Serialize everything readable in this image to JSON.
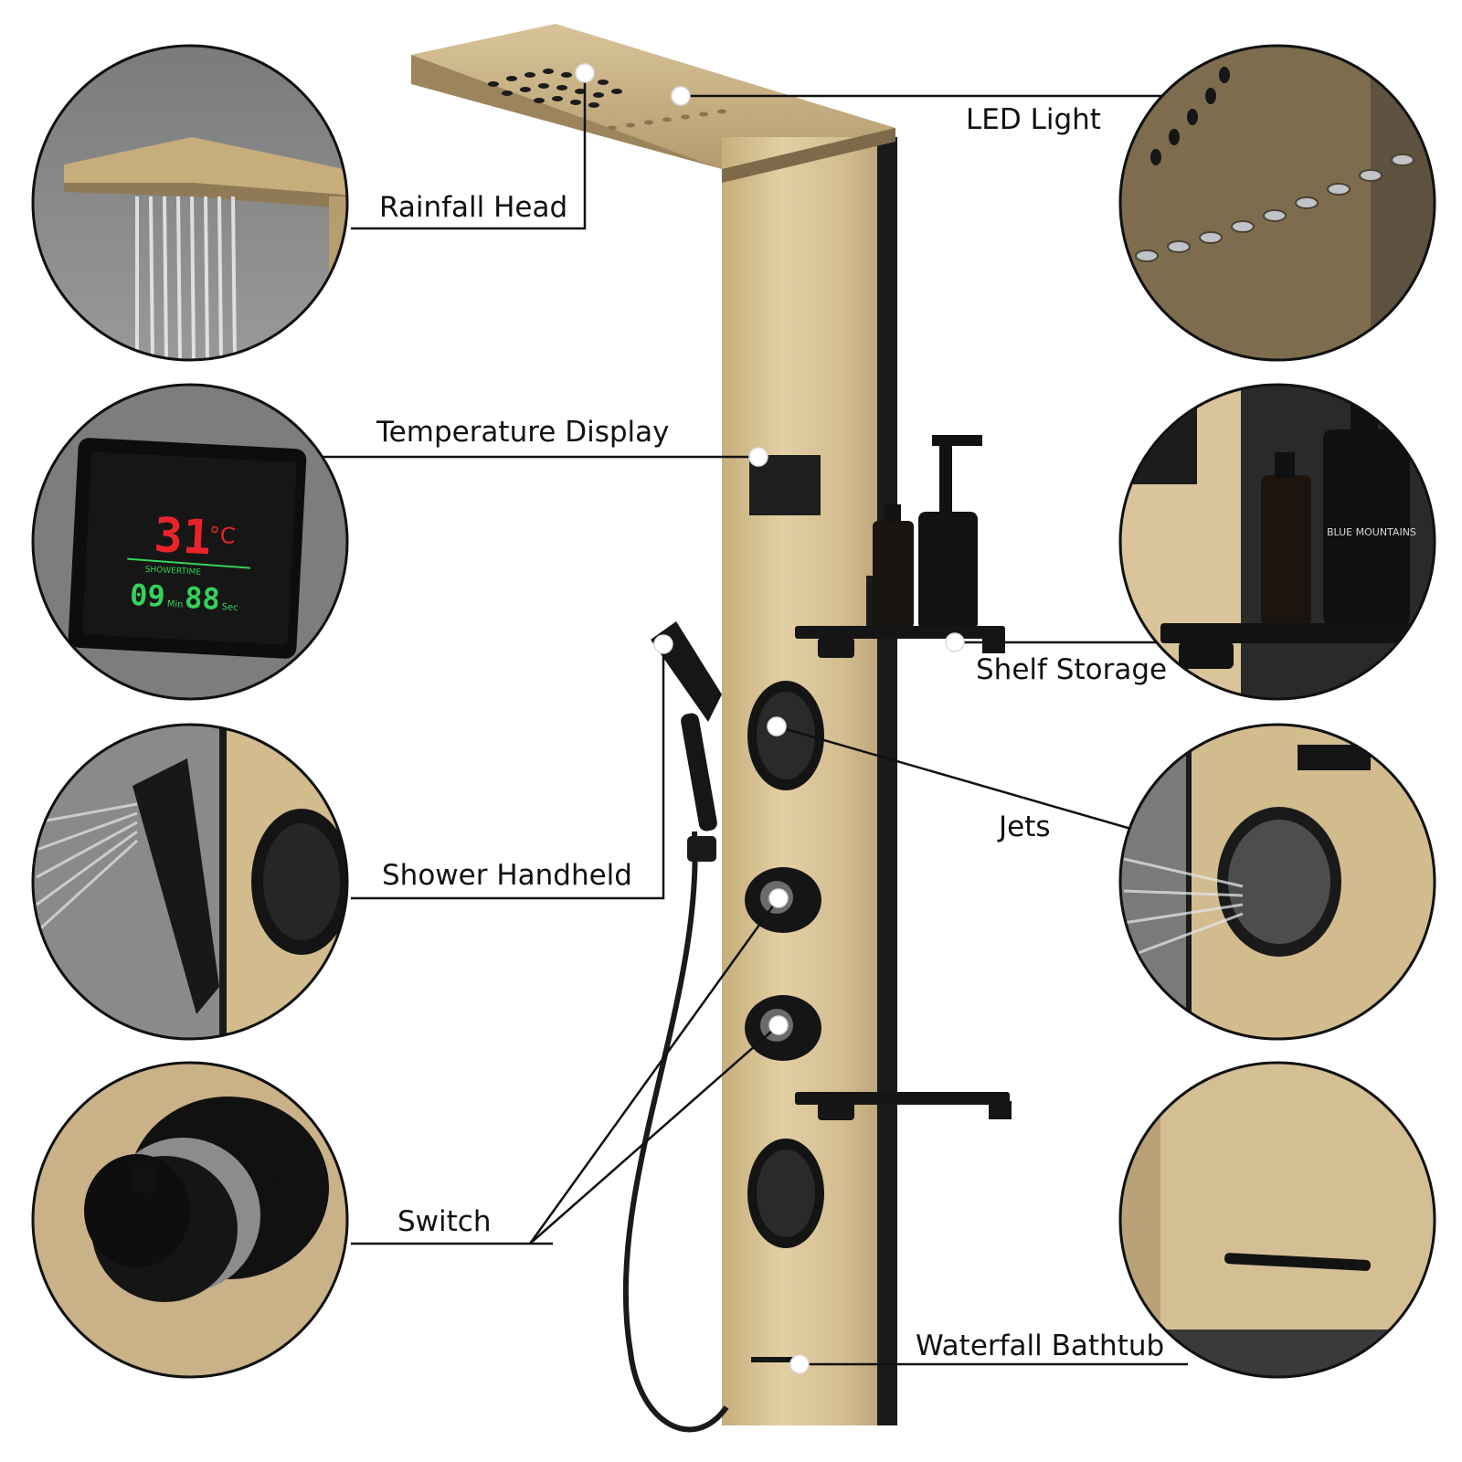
{
  "labels": {
    "rainfall_head": "Rainfall Head",
    "led_light": "LED Light",
    "temperature_display": "Temperature Display",
    "shelf_storage": "Shelf Storage",
    "jets": "Jets",
    "shower_handheld": "Shower Handheld",
    "switch": "Switch",
    "waterfall_bathtub": "Waterfall Bathtub"
  },
  "display": {
    "temperature": "31",
    "unit": "°C",
    "minutes": "09",
    "seconds": "88",
    "min_unit": "Min",
    "sec_unit": "Sec",
    "mode_text": "SHOWERTIME"
  },
  "bottle_label": "BLUE MOUNTAINS",
  "icons": [
    "rainfall-head-icon",
    "led-light-icon",
    "temperature-display-icon",
    "shelf-icon",
    "jet-icon",
    "handheld-shower-icon",
    "switch-knob-icon",
    "waterfall-spout-icon"
  ],
  "colors": {
    "gold": "#d3bd90",
    "gold_dark": "#a8926a",
    "black": "#141414",
    "led_red": "#e8242a",
    "led_green": "#34d25a"
  }
}
